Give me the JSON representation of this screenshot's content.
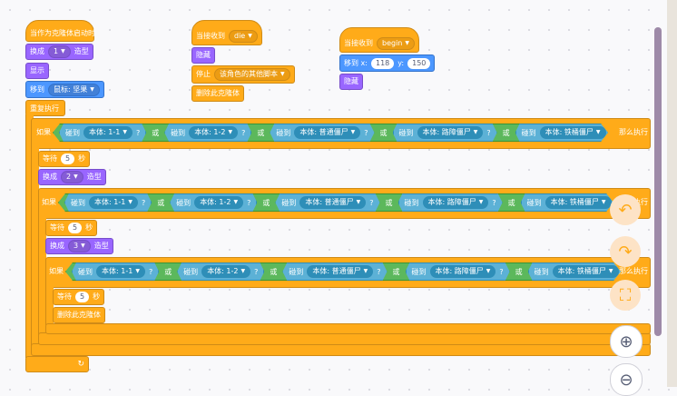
{
  "script1": {
    "hat": "当作为克隆体启动时",
    "switch_costume": {
      "label": "换成",
      "value": "1",
      "suffix": "造型"
    },
    "show": "显示",
    "goto": {
      "label": "移到",
      "value": "鼠标: 坚果"
    },
    "repeat_until": "重复执行",
    "if1": {
      "label": "如果",
      "then": "那么执行"
    },
    "if2": {
      "label": "如果",
      "then": "那么执行"
    },
    "if3": {
      "label": "如果",
      "then": "那么执行"
    },
    "wait1": {
      "label": "等待",
      "value": "5",
      "unit": "秒"
    },
    "wait2": {
      "label": "等待",
      "value": "5",
      "unit": "秒"
    },
    "wait3": {
      "label": "等待",
      "value": "5",
      "unit": "秒"
    },
    "switch2": {
      "label": "换成",
      "value": "2",
      "suffix": "造型"
    },
    "switch3": {
      "label": "换成",
      "value": "3",
      "suffix": "造型"
    },
    "delete_clone": "删除此克隆体",
    "touch_word": "碰到",
    "or_word": "或",
    "q": "?",
    "targets": [
      "本体: 1-1",
      "本体: 1-2",
      "本体: 普通僵尸",
      "本体: 路障僵尸",
      "本体: 铁桶僵尸"
    ]
  },
  "script2": {
    "hat_label": "当接收到",
    "hat_value": "die",
    "hide": "隐藏",
    "stop": {
      "label": "停止",
      "value": "该角色的其他脚本"
    },
    "delete_clone": "删除此克隆体"
  },
  "script3": {
    "hat_label": "当接收到",
    "hat_value": "begin",
    "goto_xy": {
      "label": "移到 x:",
      "x": "118",
      "ylabel": "y:",
      "y": "150"
    },
    "hide": "隐藏"
  },
  "icons": {
    "undo": "↶",
    "redo": "↷",
    "crop": "⛶",
    "zoom_in": "⊕",
    "zoom_out": "⊖",
    "loop_arrow": "↻",
    "dropdown": "▼"
  },
  "colors": {
    "events": "#ffab19",
    "looks": "#9966ff",
    "motion": "#4c97ff",
    "operators": "#5cb85c",
    "sensing": "#5cb1d6"
  }
}
